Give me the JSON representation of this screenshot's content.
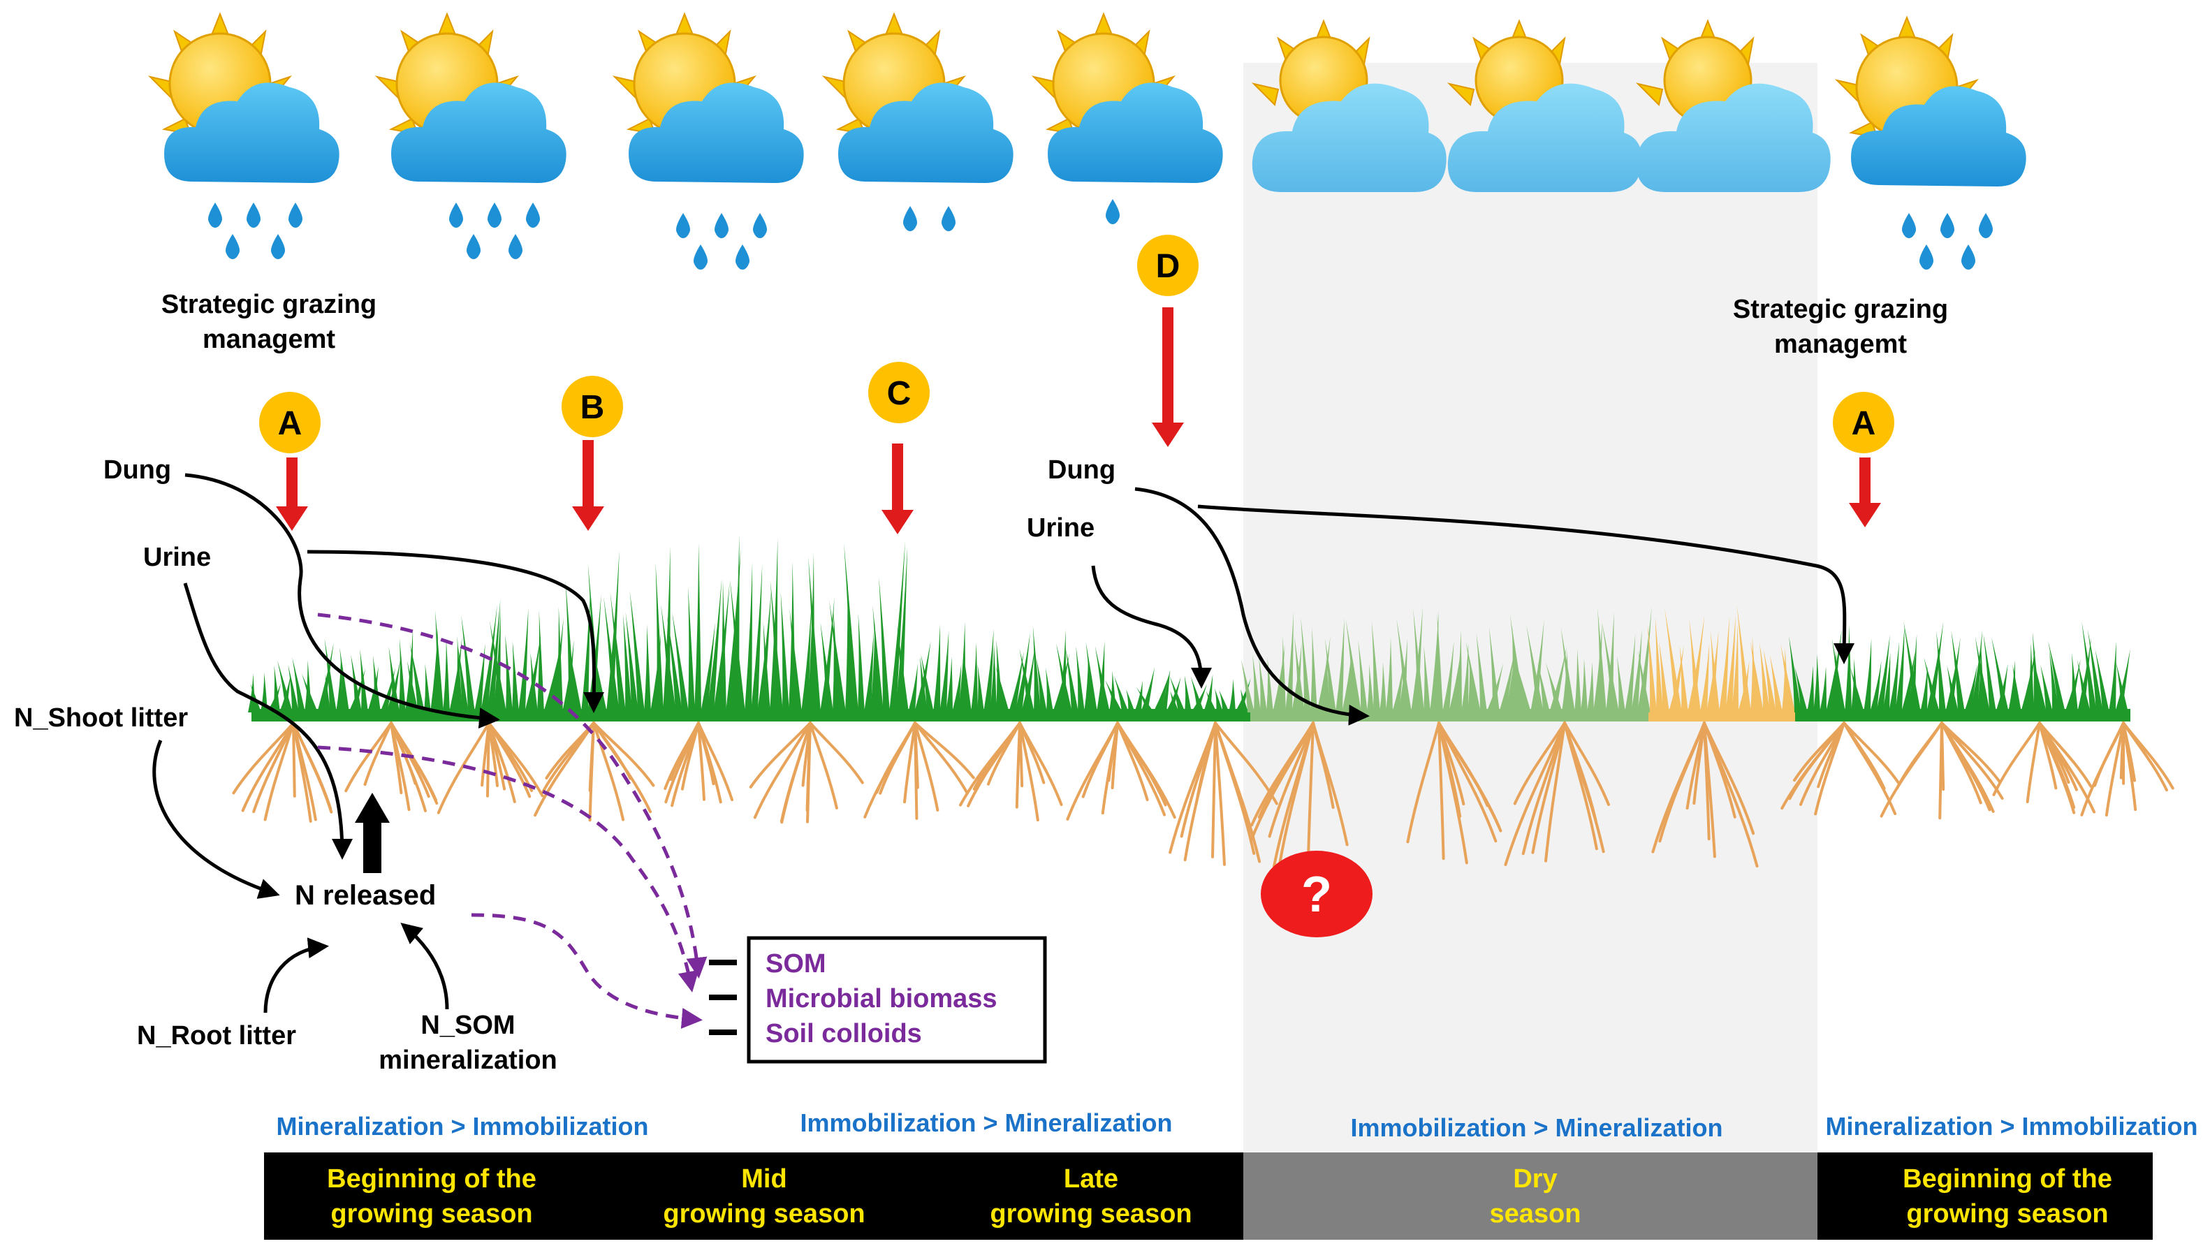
{
  "labels": {
    "strategic_left_1": "Strategic grazing",
    "strategic_left_2": "managemt",
    "strategic_right_1": "Strategic grazing",
    "strategic_right_2": "managemt",
    "dung_left": "Dung",
    "urine_left": "Urine",
    "shoot_litter": "N_Shoot litter",
    "n_released": "N released",
    "root_litter": "N_Root litter",
    "som_min_1": "N_SOM",
    "som_min_2": "mineralization",
    "dung_right": "Dung",
    "urine_right": "Urine"
  },
  "badges": {
    "a_left": "A",
    "b": "B",
    "c": "C",
    "d": "D",
    "a_right": "A",
    "question": "?"
  },
  "pool_box": {
    "som": "SOM",
    "microbial": "Microbial biomass",
    "colloids": "Soil colloids"
  },
  "balance": {
    "first": "Mineralization > Immobilization",
    "second": "Immobilization > Mineralization",
    "third": "Immobilization > Mineralization",
    "fourth": "Mineralization > Immobilization"
  },
  "seasons": {
    "beginning_1a": "Beginning of the",
    "beginning_1b": "growing season",
    "mid_a": "Mid",
    "mid_b": "growing season",
    "late_a": "Late",
    "late_b": "growing season",
    "dry_a": "Dry",
    "dry_b": "season",
    "beginning_2a": "Beginning of the",
    "beginning_2b": "growing season"
  },
  "colors": {
    "arrow_red": "#e01b1b",
    "badge_yellow": "#ffc000",
    "purple": "#7a2a9a",
    "blue_text": "#1a73c8",
    "season_text": "#ffe600",
    "grass": "#1f9a2a",
    "roots": "#e8a35a"
  },
  "icons": [
    "sun-cloud-rain-icon",
    "sun-cloud-icon",
    "question-icon"
  ]
}
